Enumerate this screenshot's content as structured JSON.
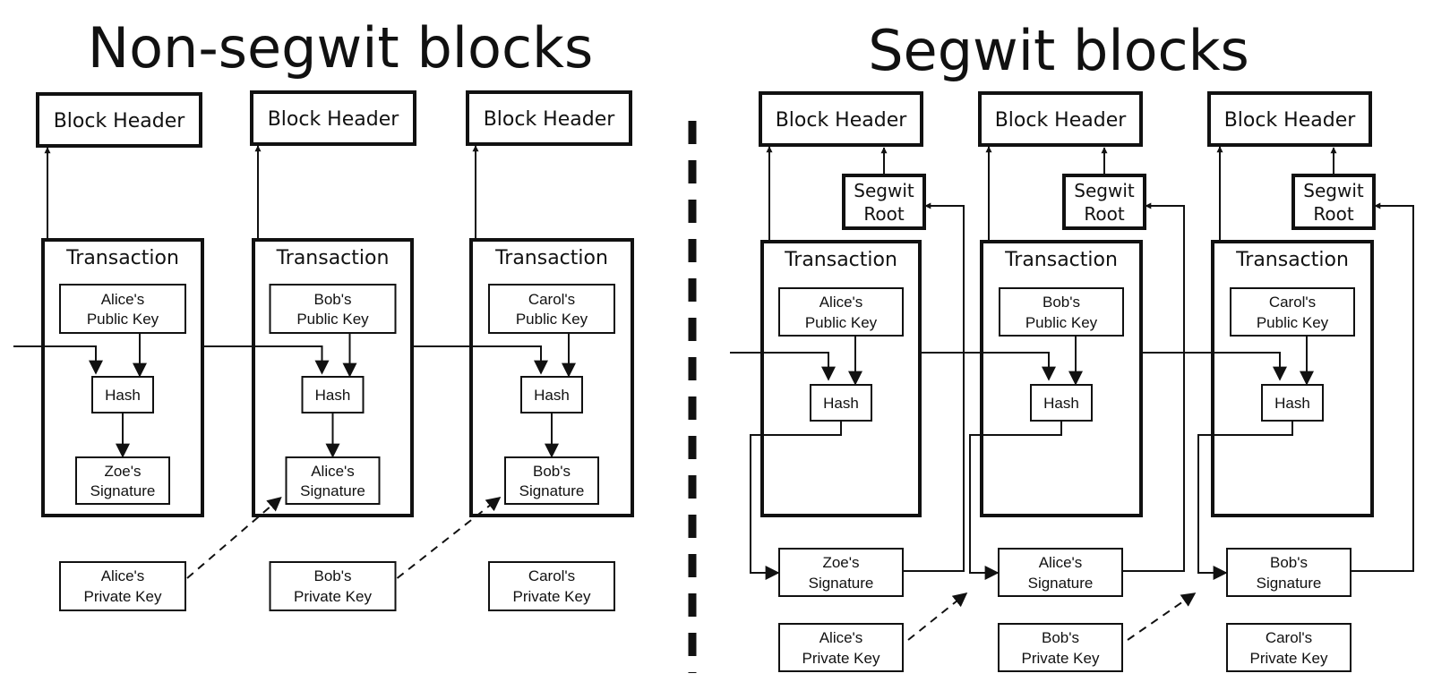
{
  "titles": {
    "left": "Non-segwit blocks",
    "right": "Segwit blocks"
  },
  "common": {
    "block_header": "Block Header",
    "transaction": "Transaction",
    "hash": "Hash",
    "segwit_root": [
      "Segwit",
      "Root"
    ]
  },
  "left_blocks": [
    {
      "public_key": [
        "Alice's",
        "Public Key"
      ],
      "signature": [
        "Zoe's",
        "Signature"
      ],
      "private_key": [
        "Alice's",
        "Private Key"
      ]
    },
    {
      "public_key": [
        "Bob's",
        "Public Key"
      ],
      "signature": [
        "Alice's",
        "Signature"
      ],
      "private_key": [
        "Bob's",
        "Private Key"
      ]
    },
    {
      "public_key": [
        "Carol's",
        "Public Key"
      ],
      "signature": [
        "Bob's",
        "Signature"
      ],
      "private_key": [
        "Carol's",
        "Private Key"
      ]
    }
  ],
  "right_blocks": [
    {
      "public_key": [
        "Alice's",
        "Public Key"
      ],
      "signature": [
        "Zoe's",
        "Signature"
      ],
      "private_key": [
        "Alice's",
        "Private Key"
      ]
    },
    {
      "public_key": [
        "Bob's",
        "Public Key"
      ],
      "signature": [
        "Alice's",
        "Signature"
      ],
      "private_key": [
        "Bob's",
        "Private Key"
      ]
    },
    {
      "public_key": [
        "Carol's",
        "Public Key"
      ],
      "signature": [
        "Bob's",
        "Signature"
      ],
      "private_key": [
        "Carol's",
        "Private Key"
      ]
    }
  ]
}
